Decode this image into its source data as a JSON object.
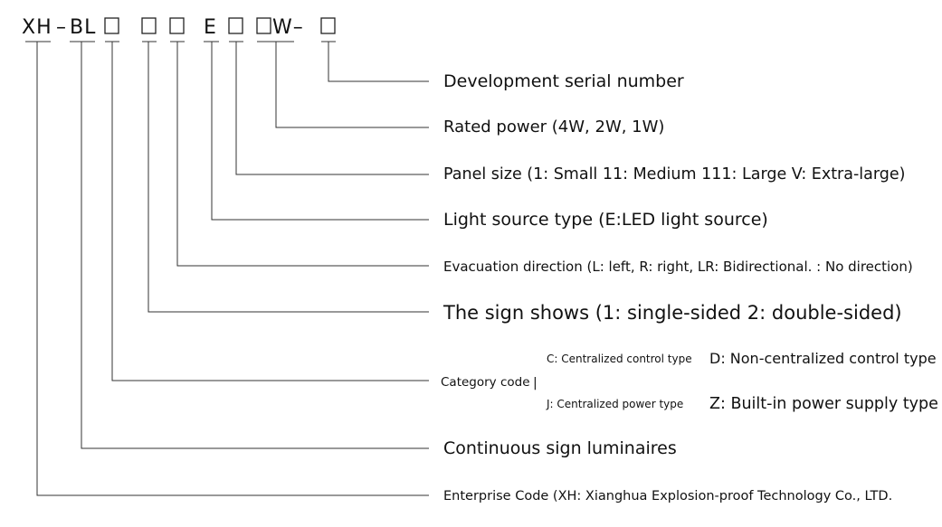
{
  "code": {
    "xh": "XH",
    "dash1": "–",
    "bl": "BL",
    "e": "E",
    "w": "W–"
  },
  "labels": {
    "dev": "Development serial number",
    "power": "Rated power (4W, 2W, 1W)",
    "panel": "Panel size (1: Small 11: Medium 111: Large V: Extra-large)",
    "light": "Light source type (E:LED light source)",
    "evac": "Evacuation direction (L: left, R: right, LR: Bidirectional. : No direction)",
    "sign": "The sign shows (1: single-sided 2: double-sided)",
    "category": "Category code",
    "divider": "|",
    "cat_c": "C: Centralized control type",
    "cat_d": "D: Non-centralized control type",
    "cat_j": "J: Centralized power type",
    "cat_z": "Z: Built-in power supply type",
    "continuous": "Continuous sign luminaires",
    "enterprise": "Enterprise Code (XH: Xianghua Explosion-proof Technology Co., LTD."
  }
}
